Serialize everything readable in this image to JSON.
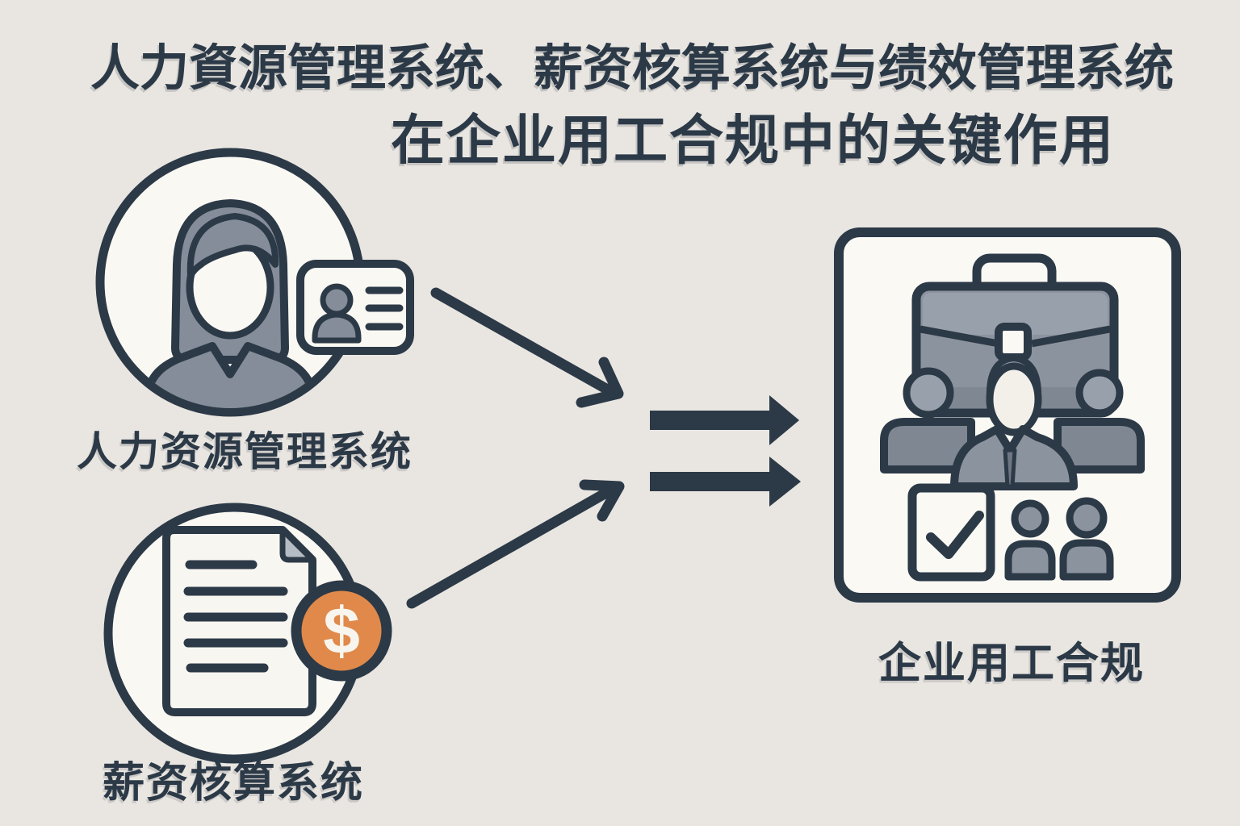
{
  "title": {
    "line1": "人力資源管理系统、薪资核算系统与绩效管理系统",
    "line2": "在企业用工合规中的关键作用"
  },
  "nodes": {
    "hr": {
      "label": "人力资源管理系统",
      "icon": "female-employee-with-id-card"
    },
    "payroll": {
      "label": "薪资核算系统",
      "icon": "payroll-document-with-dollar-badge",
      "badge_symbol": "$"
    },
    "compliance": {
      "label": "企业用工合规",
      "icon": "briefcase-team-checklist"
    }
  },
  "arrows": {
    "hr_to_center": "thin arrow from HR system toward center",
    "payroll_to_center": "thin arrow from payroll system toward center",
    "double_to_compliance": "two thick block arrows pointing to compliance box"
  },
  "colors": {
    "background": "#e9e6e1",
    "ink": "#2c3947",
    "panel": "#faf8f2",
    "gray": "#8b939e",
    "gray_light": "#98a1ab",
    "gray_dark": "#7e8792",
    "orange": "#e0894a"
  }
}
